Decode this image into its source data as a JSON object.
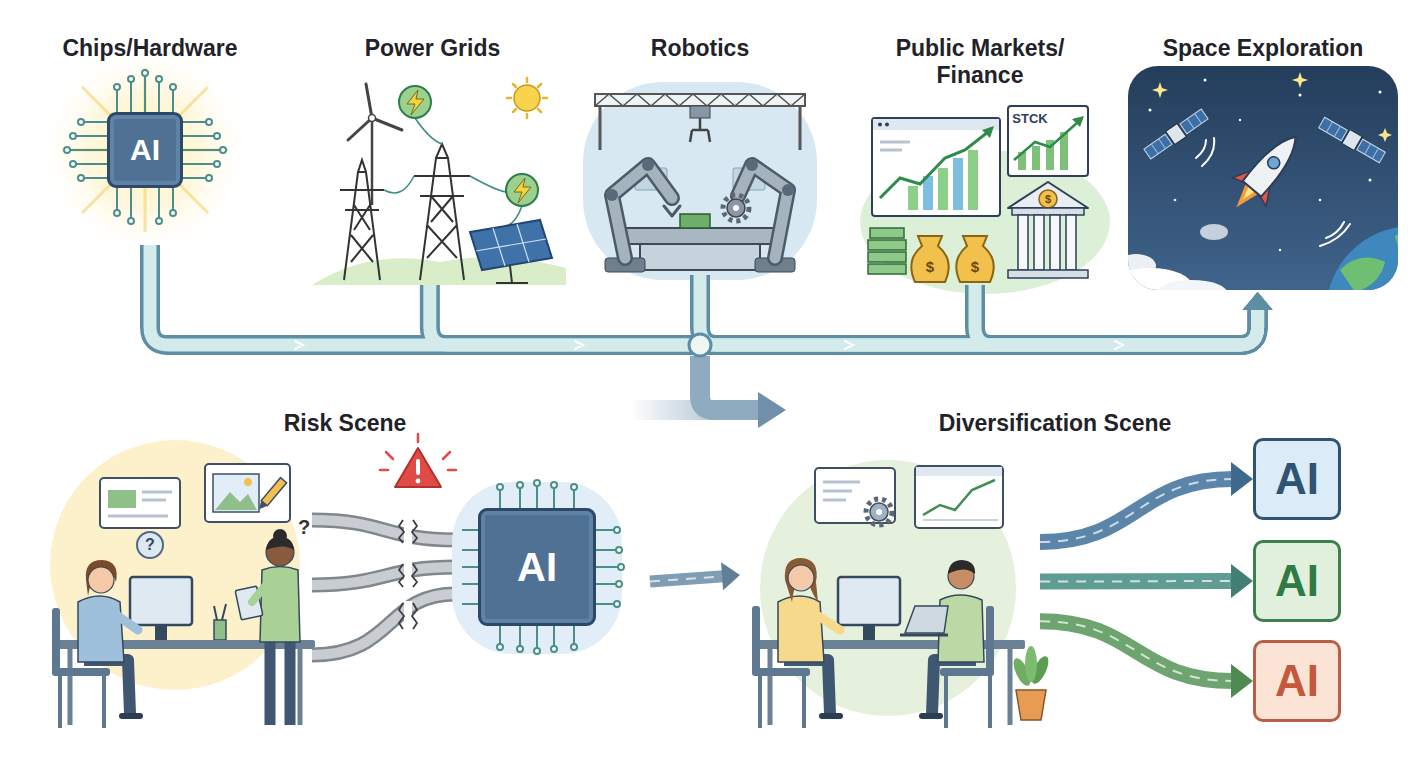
{
  "diagram": {
    "nodes": [
      {
        "text": [
          "Chips/Hardware"
        ]
      },
      {
        "text": [
          "AI"
        ],
        "in": 0
      },
      {
        "text": [
          "Power Grids"
        ]
      },
      {
        "text": [
          "Robotics"
        ]
      },
      {
        "text": [
          "Public Markets/ Finance"
        ]
      },
      {
        "text": [
          "Space Exploration"
        ]
      },
      {
        "text": [
          "Risk Scene"
        ]
      },
      {
        "text": [
          "AI"
        ],
        "in": 6
      },
      {
        "text": [
          "Diversification Scene"
        ]
      },
      {
        "text": [
          "AI"
        ]
      },
      {
        "text": [
          "AI"
        ]
      },
      {
        "text": [
          "AI"
        ]
      }
    ],
    "edges": [
      {
        "from": 0,
        "to": 5,
        "arrow": "to"
      },
      {
        "from": 2,
        "to": 5,
        "arrow": "to"
      },
      {
        "from": 3,
        "to": 5,
        "arrow": "to"
      },
      {
        "from": 4,
        "to": 5,
        "arrow": "to"
      },
      {
        "from": 6,
        "to": 8,
        "arrow": "to"
      },
      {
        "from": 8,
        "to": 9,
        "arrow": "to"
      },
      {
        "from": 8,
        "to": 10,
        "arrow": "to"
      },
      {
        "from": 8,
        "to": 11,
        "arrow": "to"
      }
    ],
    "labels": [
      "STCK",
      "$",
      "$",
      "$",
      "?",
      "?"
    ]
  }
}
